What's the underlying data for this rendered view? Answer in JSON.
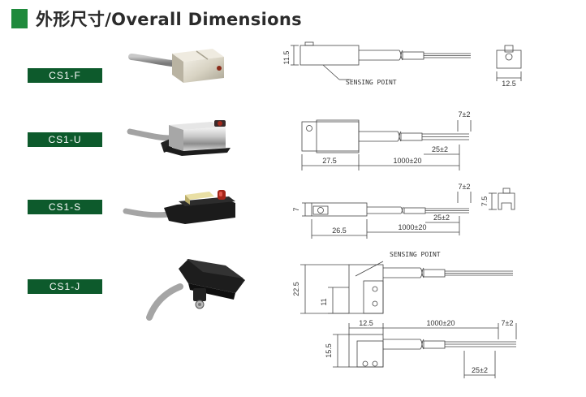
{
  "header": {
    "title": "外形尺寸/Overall  Dimensions"
  },
  "models": [
    {
      "label": "CS1-F"
    },
    {
      "label": "CS1-U"
    },
    {
      "label": "CS1-S"
    },
    {
      "label": "CS1-J"
    }
  ],
  "drawing_f": {
    "height": "11.5",
    "width": "12.5",
    "caption": "SENSING POINT"
  },
  "drawing_u": {
    "lead": "7±2",
    "body": "27.5",
    "cable": "1000±20",
    "strip": "25±2"
  },
  "drawing_s": {
    "lead": "7±2",
    "height": "7",
    "side": "7.5",
    "body": "26.5",
    "strip": "25±2",
    "cable": "1000±20"
  },
  "drawing_j": {
    "caption": "SENSING POINT",
    "height": "22.5",
    "sense": "11",
    "width": "12.5",
    "cable": "1000±20",
    "lead": "7±2",
    "height2": "15.5",
    "strip": "25±2"
  }
}
